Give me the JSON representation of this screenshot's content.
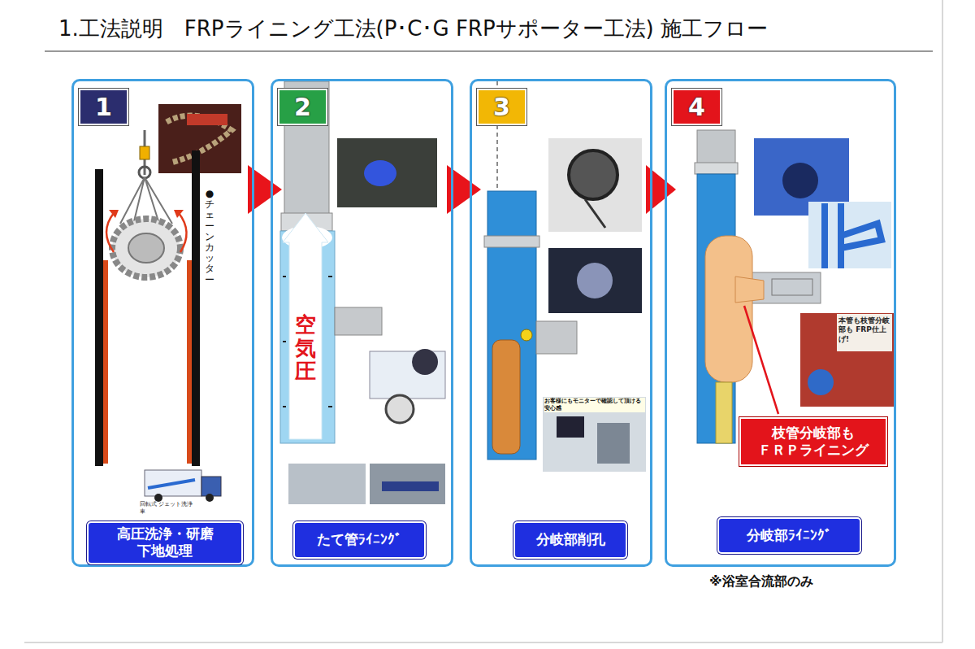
{
  "diagram": {
    "title": "1.工法説明　FRPライニング工法(P･C･G FRPサポーター工法) 施工フロー",
    "nodes": [
      {
        "text": [
          "1"
        ]
      },
      {
        "text": [
          "高圧洗浄・研磨 下地処理"
        ],
        "in": 0
      },
      {
        "text": [
          "2"
        ]
      },
      {
        "text": [
          "たて管ﾗｲﾆﾝｸﾞ"
        ],
        "in": 2
      },
      {
        "text": [
          "3"
        ]
      },
      {
        "text": [
          "分岐部削孔"
        ],
        "in": 4
      },
      {
        "text": [
          "4"
        ]
      },
      {
        "text": [
          "枝管分岐部も ＦＲＰライニング"
        ],
        "in": 6
      },
      {
        "text": [
          "分岐部ﾗｲﾆﾝｸﾞ"
        ],
        "in": 6
      }
    ],
    "edges": [
      {
        "from": 0,
        "to": 2,
        "arrow": "to"
      },
      {
        "from": 2,
        "to": 4,
        "arrow": "to"
      },
      {
        "from": 4,
        "to": 6,
        "arrow": "to"
      }
    ],
    "labels": [
      "●チェーンカッター",
      "空気圧",
      "お客様にもモニターで確認して頂ける安心感",
      "本管も枝管分岐部も FRP仕上げ!",
      "回転式 ジェット洗浄車",
      "※浴室合流部のみ"
    ]
  }
}
